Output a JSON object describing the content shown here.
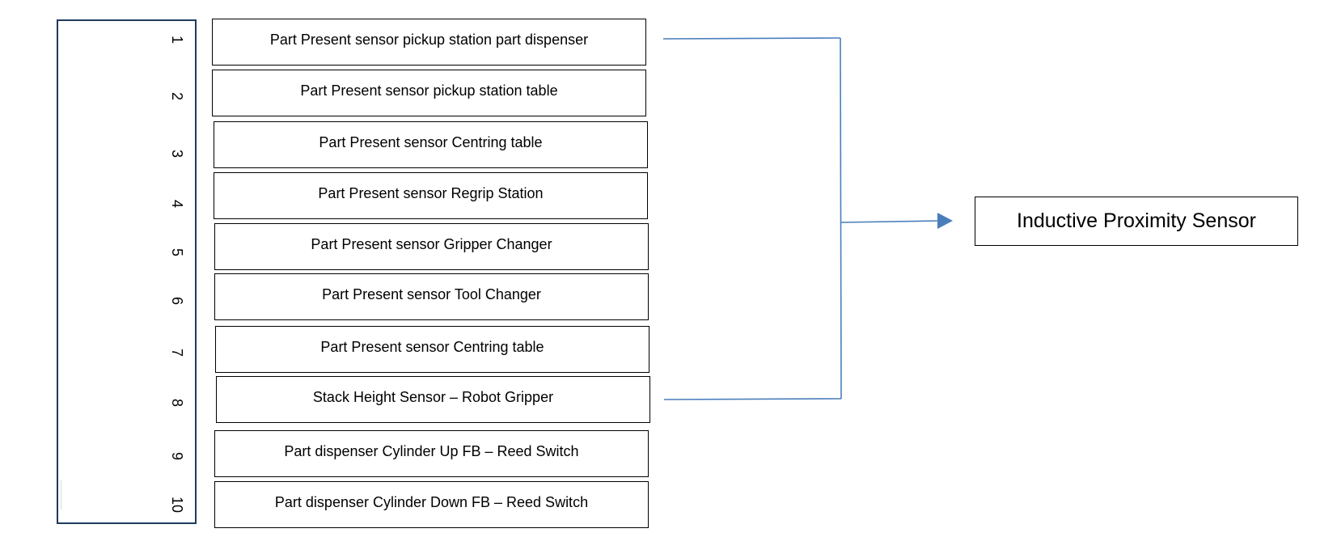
{
  "numbers": [
    "1",
    "2",
    "3",
    "4",
    "5",
    "6",
    "7",
    "8",
    "9",
    "10"
  ],
  "sensors": [
    "Part Present sensor pickup station part dispenser",
    "Part Present sensor pickup station table",
    "Part Present sensor Centring table",
    "Part Present sensor Regrip Station",
    "Part Present sensor Gripper Changer",
    "Part Present sensor Tool Changer",
    "Part Present sensor Centring table",
    "Stack Height Sensor – Robot Gripper",
    "Part dispenser Cylinder Up FB – Reed Switch",
    "Part dispenser Cylinder Down FB – Reed Switch"
  ],
  "target": {
    "label": "Inductive Proximity Sensor"
  },
  "colors": {
    "connector": "#4a7ebb",
    "panel_border": "#1f3a5c",
    "box_border": "#000000"
  }
}
